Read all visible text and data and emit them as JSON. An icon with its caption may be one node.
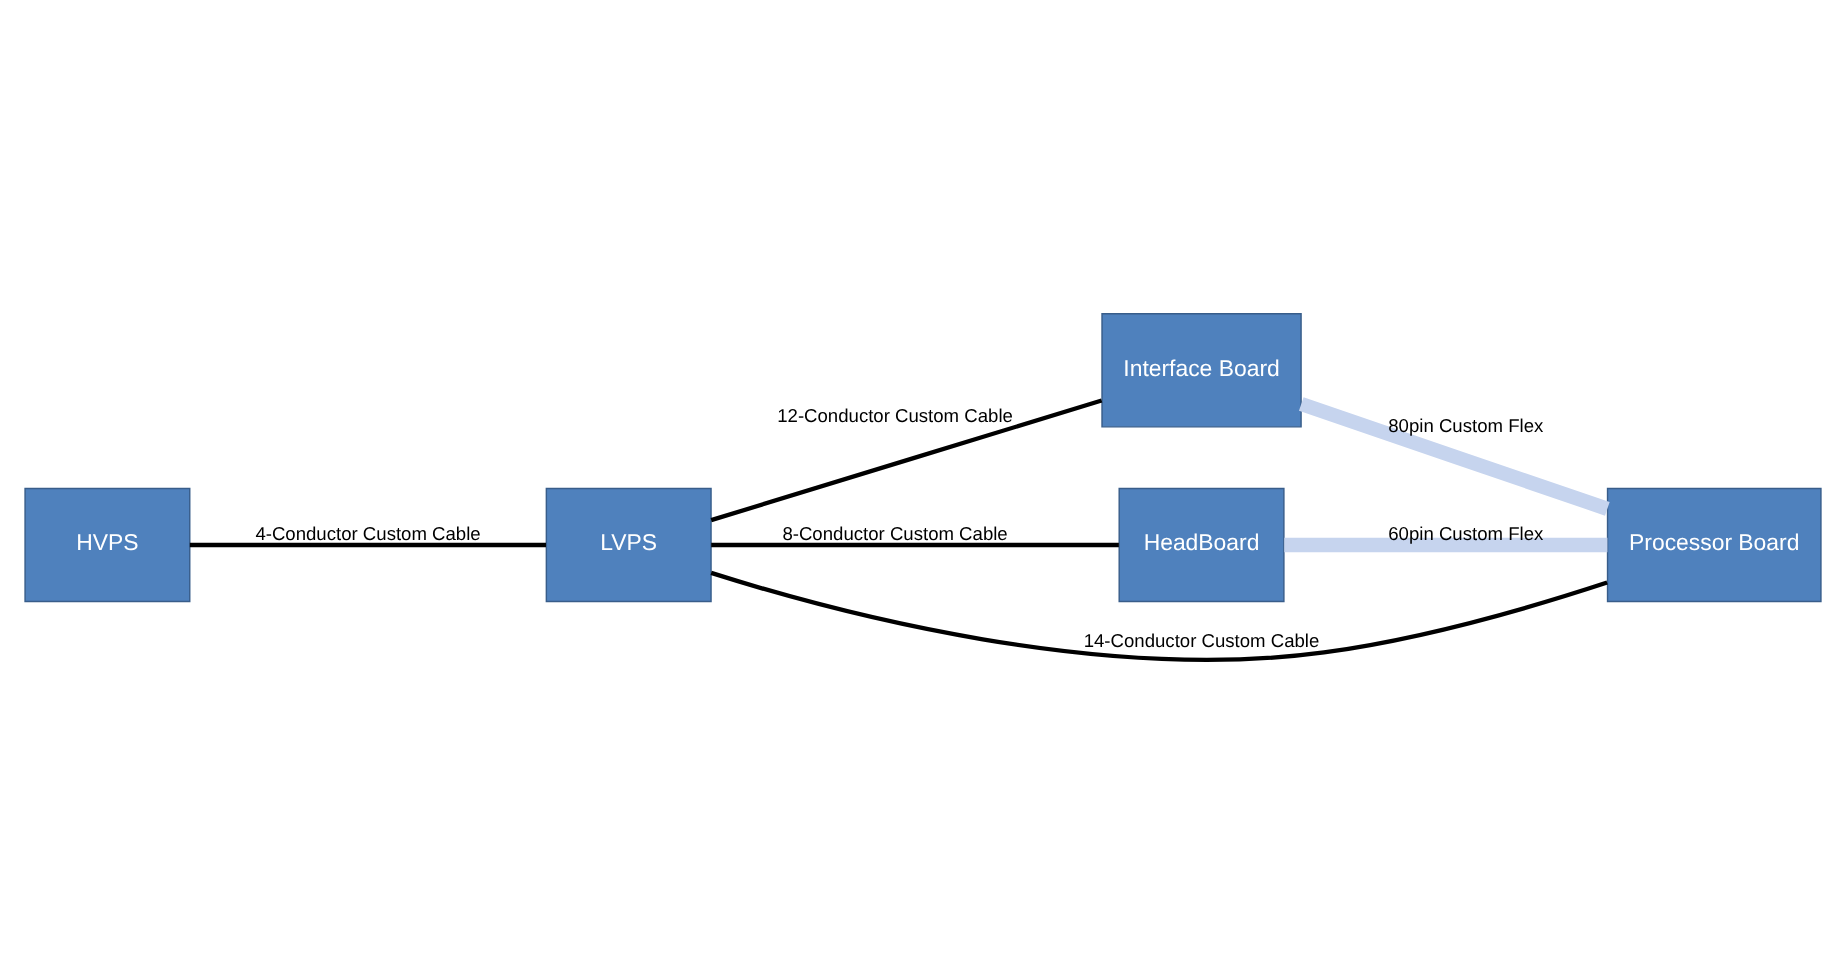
{
  "diagram": {
    "nodes": [
      {
        "text": [
          "HVPS"
        ]
      },
      {
        "text": [
          "LVPS"
        ]
      },
      {
        "text": [
          "Interface Board"
        ]
      },
      {
        "text": [
          "HeadBoard"
        ]
      },
      {
        "text": [
          "Processor Board"
        ]
      }
    ],
    "edges": [
      {
        "from": 0,
        "to": 1,
        "arrow": "none",
        "label": "4-Conductor Custom Cable"
      },
      {
        "from": 1,
        "to": 2,
        "arrow": "none",
        "label": "12-Conductor Custom Cable"
      },
      {
        "from": 1,
        "to": 3,
        "arrow": "none",
        "label": "8-Conductor Custom Cable"
      },
      {
        "from": 1,
        "to": 4,
        "arrow": "none",
        "label": "14-Conductor Custom Cable"
      },
      {
        "from": 2,
        "to": 4,
        "arrow": "none",
        "label": "80pin Custom Flex",
        "style": "thick",
        "color": "#c6d4ee"
      },
      {
        "from": 3,
        "to": 4,
        "arrow": "none",
        "label": "60pin Custom Flex",
        "style": "thick",
        "color": "#c6d4ee"
      }
    ]
  }
}
